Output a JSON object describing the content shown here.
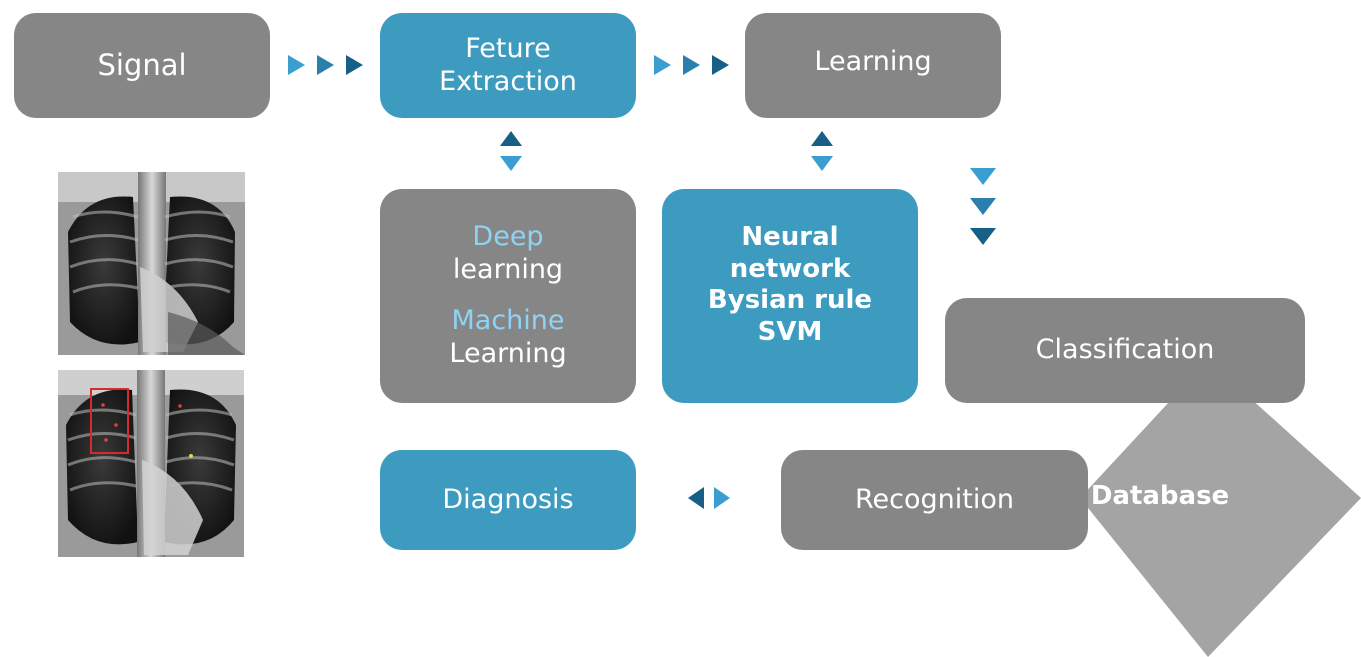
{
  "nodes": {
    "signal": "Signal",
    "feature_extraction": [
      "Feture",
      "Extraction"
    ],
    "learning": "Learning",
    "methods": {
      "deep_accent": "Deep",
      "deep_rest": "learning",
      "machine_accent": "Machine",
      "machine_rest": "Learning"
    },
    "algorithms": [
      "Neural",
      "network",
      "Bysian rule",
      "SVM"
    ],
    "classification": "Classification",
    "diagnosis": "Diagnosis",
    "recognition": "Recognition",
    "database": "Database"
  },
  "colors": {
    "gray_box": "#868686",
    "blue_box": "#3d9bbf",
    "accent_text": "#8fd3f4",
    "diamond": "#a4a4a4",
    "arrow_light": "#3b9ed0",
    "arrow_dark": "#175f86",
    "annotation_red": "#d62b2b"
  },
  "icons": {
    "flow_arrows": "triple-right-triangle",
    "bidirectional": "up-down-triangle",
    "down_flow": "triple-down-triangle",
    "left_right": "left-right-triangle"
  }
}
